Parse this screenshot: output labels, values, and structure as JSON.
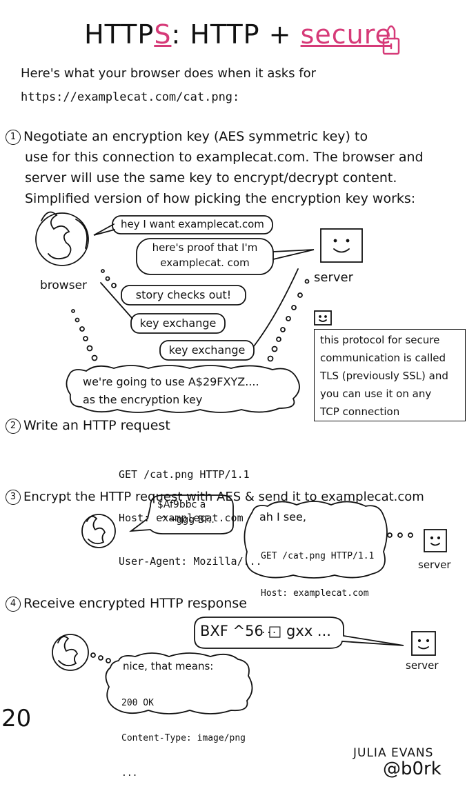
{
  "title": {
    "part1": "HTTP",
    "s": "S",
    "colon": ":",
    "part2": "HTTP + ",
    "secure": "secure"
  },
  "intro": {
    "line1": "Here's what your browser does when it asks for",
    "url": "https://examplecat.com/cat.png:"
  },
  "step1": {
    "num": "1",
    "lines": [
      "Negotiate an encryption key (AES symmetric key) to",
      "use for this connection to examplecat.com. The browser and",
      "server will use the same key to encrypt/decrypt content.",
      "Simplified version of how picking the encryption key works:"
    ],
    "browser_label": "browser",
    "server_label": "server",
    "bubbles": {
      "hey": "hey I want examplecat.com",
      "proof1": "here's proof that I'm",
      "proof2": "examplecat. com",
      "checks": "story checks out!",
      "kx1": "key exchange",
      "kx2": "key exchange",
      "thought1": "we're going to use   A$29FXYZ....",
      "thought2": "as the encryption key"
    },
    "note": [
      "this protocol for secure",
      "communication is called",
      "TLS (previously SSL) and",
      "you can use it on any",
      "TCP connection"
    ]
  },
  "step2": {
    "num": "2",
    "label": "Write an HTTP request",
    "code": [
      "GET /cat.png HTTP/1.1",
      "Host: examplecat.com",
      "User-Agent: Mozilla/..."
    ]
  },
  "step3": {
    "num": "3",
    "label": "Encrypt the HTTP request with AES & send it to examplecat.com",
    "cipher1": "$Af9bbc a",
    "cipher2": "^~ggg BF..",
    "thought_head": "ah I see,",
    "thought_code": [
      "GET /cat.png HTTP/1.1",
      "Host: examplecat.com",
      "..."
    ],
    "server_label": "server"
  },
  "step4": {
    "num": "4",
    "label": "Receive encrypted HTTP response",
    "cipher": "BXF ^56 □ gxx ...",
    "server_label": "server",
    "thought_head": "nice, that means:",
    "thought_code": [
      "200 OK",
      "Content-Type: image/png",
      "..."
    ]
  },
  "page_number": "20",
  "signature": {
    "name": "JULIA EVANS",
    "handle": "@b0rk"
  }
}
